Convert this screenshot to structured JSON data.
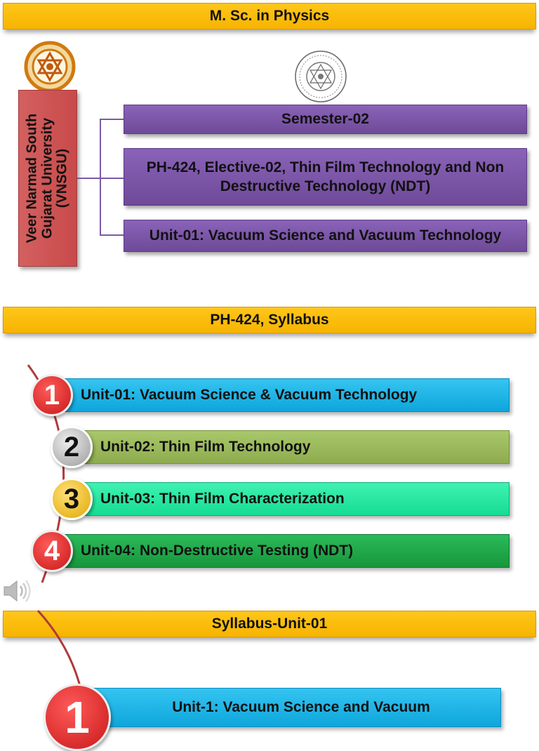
{
  "slide1": {
    "title": "M. Sc. in Physics",
    "university": "Veer Narmad South Gujarat University (VNSGU)",
    "boxes": [
      "Semester-02",
      "PH-424, Elective-02, Thin Film Technology and  Non Destructive Technology (NDT)",
      "Unit-01: Vacuum Science and Vacuum Technology"
    ]
  },
  "slide2": {
    "title": "PH-424, Syllabus",
    "units": [
      {
        "num": "1",
        "label": "Unit-01: Vacuum Science & Vacuum Technology",
        "color": "#1fb6ea"
      },
      {
        "num": "2",
        "label": "Unit-02: Thin Film Technology",
        "color": "#9bbb59"
      },
      {
        "num": "3",
        "label": "Unit-03: Thin Film Characterization",
        "color": "#1ee8a0"
      },
      {
        "num": "4",
        "label": "Unit-04: Non-Destructive Testing (NDT)",
        "color": "#1fa84a"
      }
    ]
  },
  "slide3": {
    "title": "Syllabus-Unit-01",
    "unit_num": "1",
    "unit_label": "Unit-1: Vacuum Science and Vacuum"
  },
  "icons": {
    "logo_left": "university-emblem-icon",
    "logo_right": "seal-icon",
    "speaker": "speaker-icon"
  }
}
